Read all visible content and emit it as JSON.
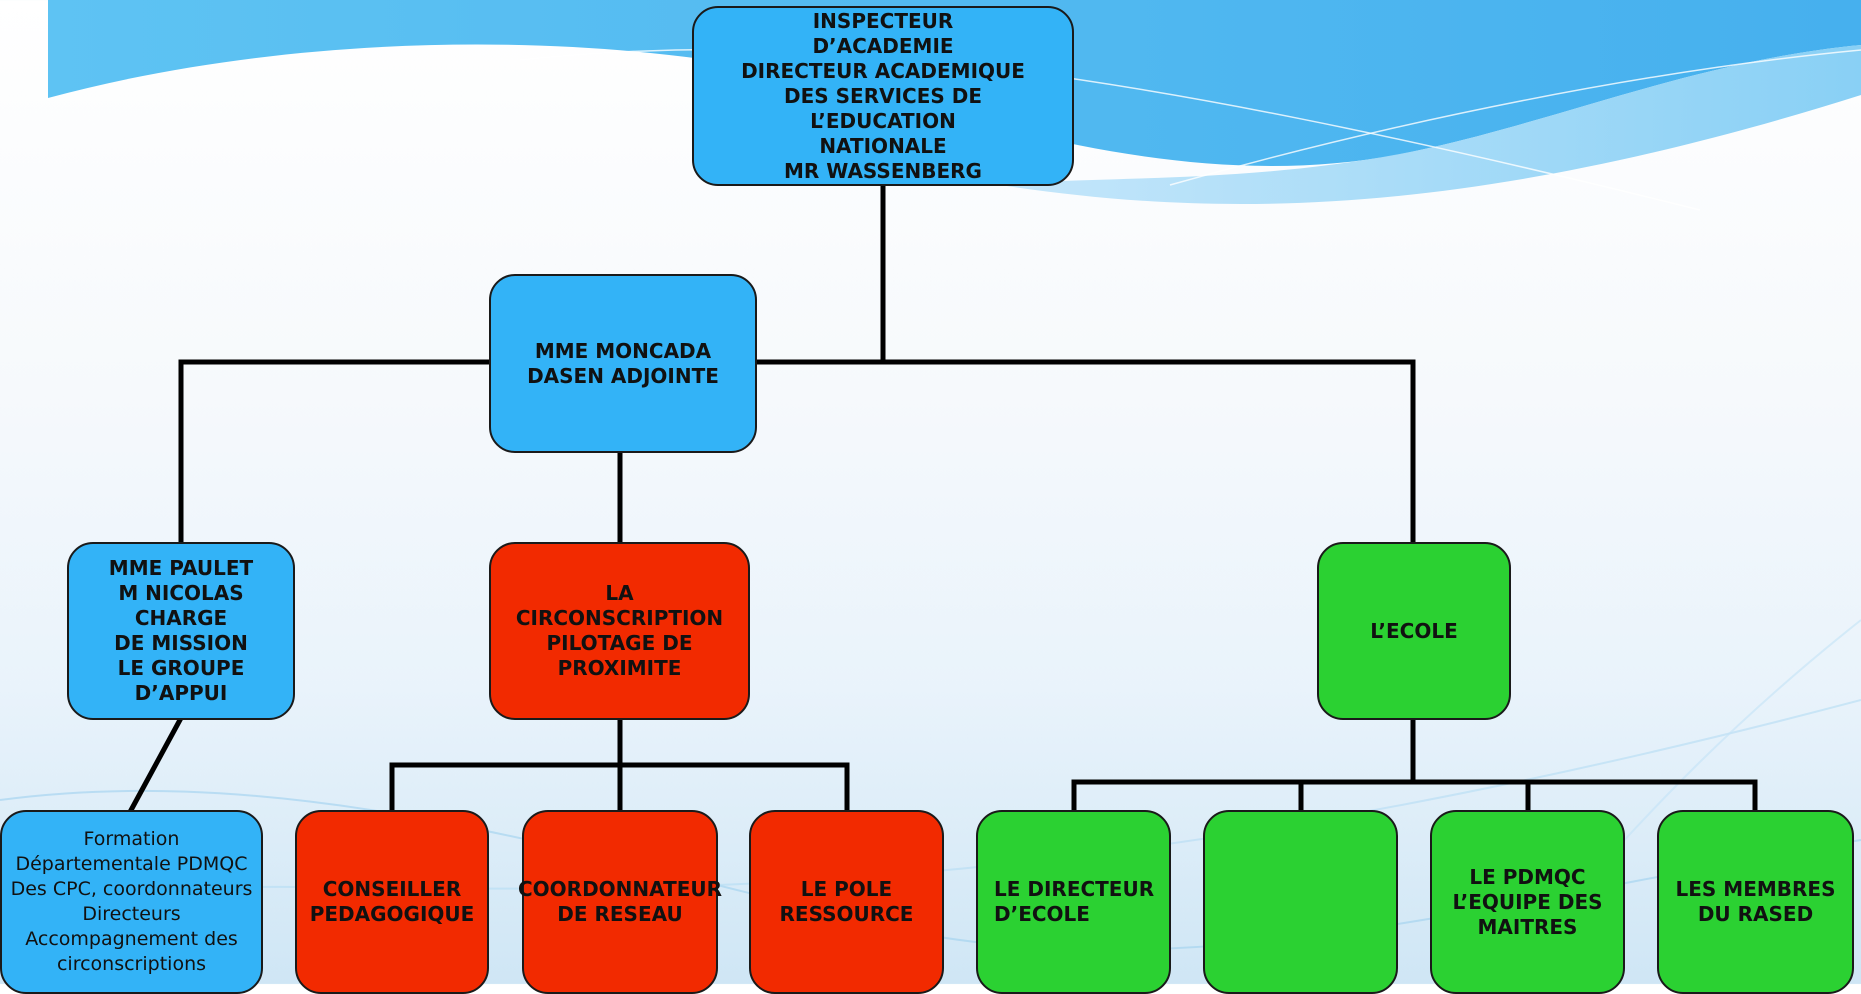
{
  "colors": {
    "blue": "#33b3f7",
    "red": "#f22a00",
    "green": "#2bd132",
    "line": "#000000"
  },
  "nodes": {
    "inspecteur": "INSPECTEUR\nD’ACADEMIE\nDIRECTEUR ACADEMIQUE\nDES SERVICES DE\nL’EDUCATION\nNATIONALE\nMR WASSENBERG",
    "moncada": "MME MONCADA\nDASEN ADJOINTE",
    "paulet": "MME PAULET\nM NICOLAS CHARGE\nDE MISSION\nLE GROUPE D’APPUI",
    "circonscription": "LA\nCIRCONSCRIPTION\nPILOTAGE DE\nPROXIMITE",
    "ecole": "L’ECOLE",
    "formation": "Formation\nDépartementale PDMQC\nDes CPC, coordonnateurs\nDirecteurs\nAccompagnement des\ncirconscriptions",
    "conseiller": "CONSEILLER\nPEDAGOGIQUE",
    "coordonnateur": "COORDONNATEUR\nDE RESEAU",
    "pole": "LE POLE\nRESSOURCE",
    "directeur": "LE DIRECTEUR\nD’ECOLE",
    "empty": "",
    "pdmqc": "LE PDMQC\nL’EQUIPE DES\nMAITRES",
    "rased": "LES MEMBRES\nDU RASED"
  }
}
